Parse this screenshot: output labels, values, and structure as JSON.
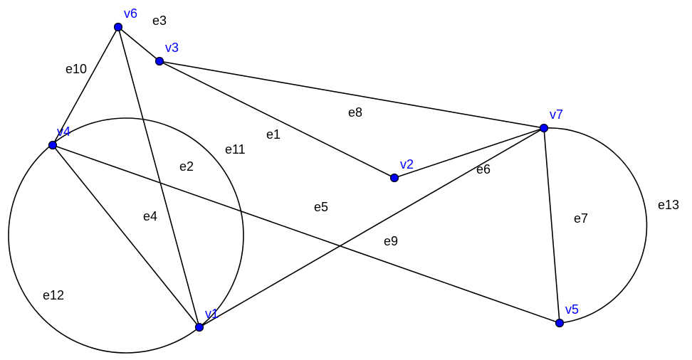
{
  "graph": {
    "vertex_color": "#0000ff",
    "edge_color": "#000000",
    "vertices": [
      "v1",
      "v2",
      "v3",
      "v4",
      "v5",
      "v6",
      "v7"
    ],
    "edges": [
      {
        "label": "e1",
        "from": "v3",
        "to": "v2",
        "kind": "line"
      },
      {
        "label": "e2",
        "from": "v6",
        "to": "v1",
        "kind": "line"
      },
      {
        "label": "e3",
        "from": "v6",
        "to": "v3",
        "kind": "line"
      },
      {
        "label": "e4",
        "from": "v4",
        "to": "v1",
        "kind": "line"
      },
      {
        "label": "e5",
        "from": "v4",
        "to": "v5",
        "kind": "line"
      },
      {
        "label": "e6",
        "from": "v2",
        "to": "v7",
        "kind": "line"
      },
      {
        "label": "e7",
        "from": "v7",
        "to": "v5",
        "kind": "line"
      },
      {
        "label": "e8",
        "from": "v3",
        "to": "v7",
        "kind": "line"
      },
      {
        "label": "e9",
        "from": "v1",
        "to": "v7",
        "kind": "line"
      },
      {
        "label": "e10",
        "from": "v6",
        "to": "v4",
        "kind": "line"
      },
      {
        "label": "e11",
        "from": "v4",
        "to": "v1",
        "kind": "circle"
      },
      {
        "label": "e12",
        "from": "v4",
        "to": "v1",
        "kind": "circle"
      },
      {
        "label": "e13",
        "from": "v7",
        "to": "v5",
        "kind": "arc"
      }
    ]
  }
}
